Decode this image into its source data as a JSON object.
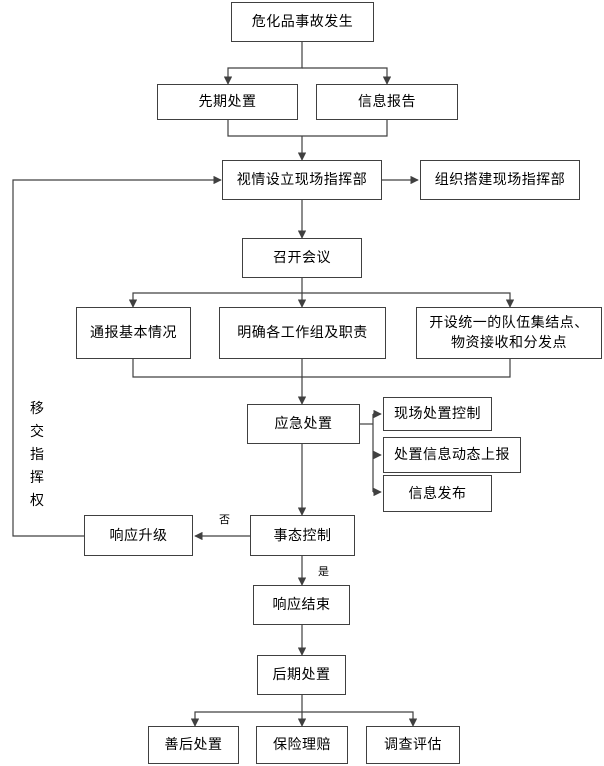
{
  "nodes": {
    "accident": "危化品事故发生",
    "first_aid": "先期处置",
    "info_report": "信息报告",
    "setup_hq": "视情设立现场指挥部",
    "organize_hq": "组织搭建现场指挥部",
    "meeting": "召开会议",
    "brief_status": "通报基本情况",
    "clarify_groups": "明确各工作组及职责",
    "assembly_point": "开设统一的队伍集结点、\n物资接收和分发点",
    "emergency_response": "应急处置",
    "site_control": "现场处置控制",
    "dynamic_report": "处置信息动态上报",
    "info_release": "信息发布",
    "response_upgrade": "响应升级",
    "situation_control": "事态控制",
    "response_end": "响应结束",
    "post_disposal": "后期处置",
    "aftermath": "善后处置",
    "insurance": "保险理赔",
    "investigation": "调查评估"
  },
  "edge_labels": {
    "no": "否",
    "yes": "是",
    "transfer_command": "移\n交\n指\n挥\n权"
  },
  "colors": {
    "line": "#404040",
    "box_border": "#404040"
  }
}
